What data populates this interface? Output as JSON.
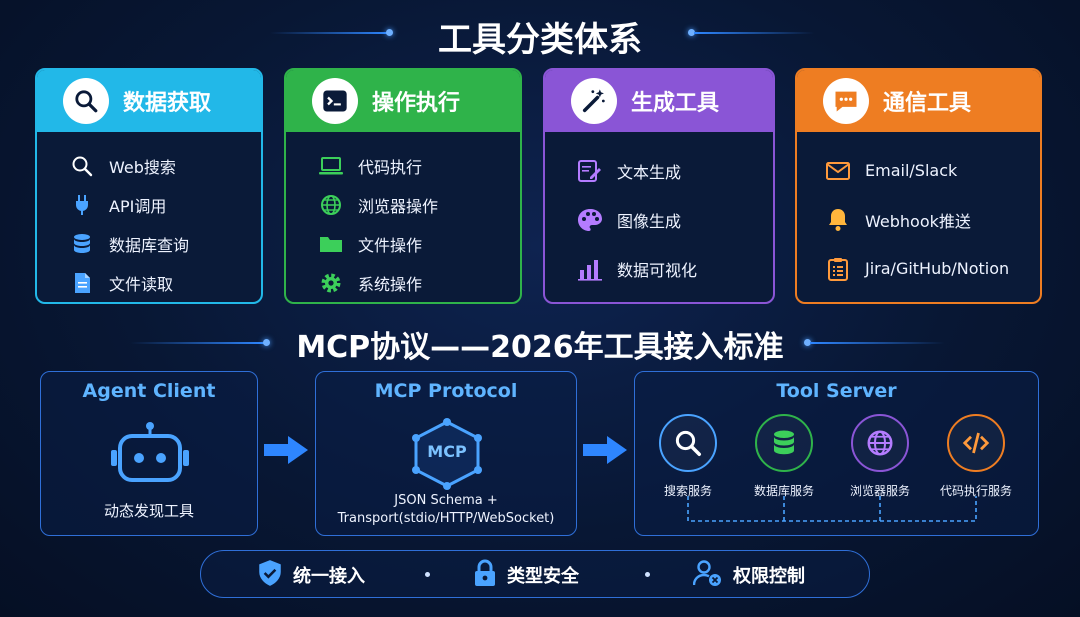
{
  "header": {
    "title": "工具分类体系"
  },
  "categories": [
    {
      "title": "数据获取",
      "color": "#22b8e8",
      "icon": "search-icon",
      "items": [
        {
          "label": "Web搜索",
          "icon": "search-icon"
        },
        {
          "label": "API调用",
          "icon": "plug-icon"
        },
        {
          "label": "数据库查询",
          "icon": "database-icon"
        },
        {
          "label": "文件读取",
          "icon": "document-icon"
        }
      ]
    },
    {
      "title": "操作执行",
      "color": "#2fb34a",
      "icon": "terminal-icon",
      "items": [
        {
          "label": "代码执行",
          "icon": "laptop-icon"
        },
        {
          "label": "浏览器操作",
          "icon": "globe-icon"
        },
        {
          "label": "文件操作",
          "icon": "folder-icon"
        },
        {
          "label": "系统操作",
          "icon": "gear-icon"
        }
      ]
    },
    {
      "title": "生成工具",
      "color": "#8a55d6",
      "icon": "magic-wand-icon",
      "items": [
        {
          "label": "文本生成",
          "icon": "edit-icon"
        },
        {
          "label": "图像生成",
          "icon": "palette-icon"
        },
        {
          "label": "数据可视化",
          "icon": "bar-chart-icon"
        }
      ]
    },
    {
      "title": "通信工具",
      "color": "#ee7d22",
      "icon": "chat-icon",
      "items": [
        {
          "label": "Email/Slack",
          "icon": "mail-icon"
        },
        {
          "label": "Webhook推送",
          "icon": "bell-icon"
        },
        {
          "label": "Jira/GitHub/Notion",
          "icon": "clipboard-icon"
        }
      ]
    }
  ],
  "mcp": {
    "title": "MCP协议——2026年工具接入标准",
    "client": {
      "title": "Agent Client",
      "caption": "动态发现工具",
      "icon": "robot-icon"
    },
    "protocol": {
      "title": "MCP Protocol",
      "badge": "MCP",
      "caption_line1": "JSON Schema +",
      "caption_line2": "Transport(stdio/HTTP/WebSocket)"
    },
    "server": {
      "title": "Tool Server",
      "services": [
        {
          "label": "搜索服务",
          "color": "#4aa3ff",
          "icon": "search-icon"
        },
        {
          "label": "数据库服务",
          "color": "#2fb34a",
          "icon": "database-icon"
        },
        {
          "label": "浏览器服务",
          "color": "#8a55d6",
          "icon": "globe-icon"
        },
        {
          "label": "代码执行服务",
          "color": "#ee7d22",
          "icon": "code-icon"
        }
      ]
    }
  },
  "features": [
    {
      "label": "统一接入",
      "icon": "shield-icon"
    },
    {
      "label": "类型安全",
      "icon": "lock-icon"
    },
    {
      "label": "权限控制",
      "icon": "user-gear-icon"
    }
  ]
}
